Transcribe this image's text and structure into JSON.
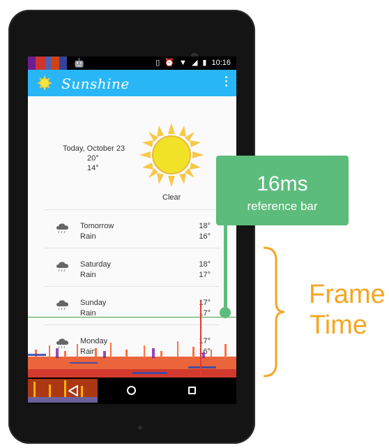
{
  "status_bar": {
    "time": "10:16"
  },
  "app_bar": {
    "title": "Sunshine",
    "menu_icon": "overflow-menu-icon"
  },
  "today": {
    "date": "Today, October 23",
    "high": "20°",
    "low": "14°",
    "condition": "Clear",
    "icon": "sun-icon"
  },
  "forecast": [
    {
      "day": "Tomorrow",
      "desc": "Rain",
      "high": "18°",
      "low": "16°",
      "icon": "rain-cloud-icon"
    },
    {
      "day": "Saturday",
      "desc": "Rain",
      "high": "18°",
      "low": "17°",
      "icon": "rain-cloud-icon"
    },
    {
      "day": "Sunday",
      "desc": "Rain",
      "high": "17°",
      "low": "17°",
      "icon": "rain-cloud-icon"
    },
    {
      "day": "Monday",
      "desc": "Rain",
      "high": "17°",
      "low": "16°",
      "icon": "rain-cloud-icon"
    }
  ],
  "annotation": {
    "callout_value": "16ms",
    "callout_label": "reference bar",
    "frame_time_line1": "Frame",
    "frame_time_line2": "Time"
  },
  "colors": {
    "app_bar": "#29b6f6",
    "callout": "#5cbc7c",
    "frame_label": "#f5a623",
    "reference_line": "#43a047",
    "overlay_red": "#e53935"
  }
}
